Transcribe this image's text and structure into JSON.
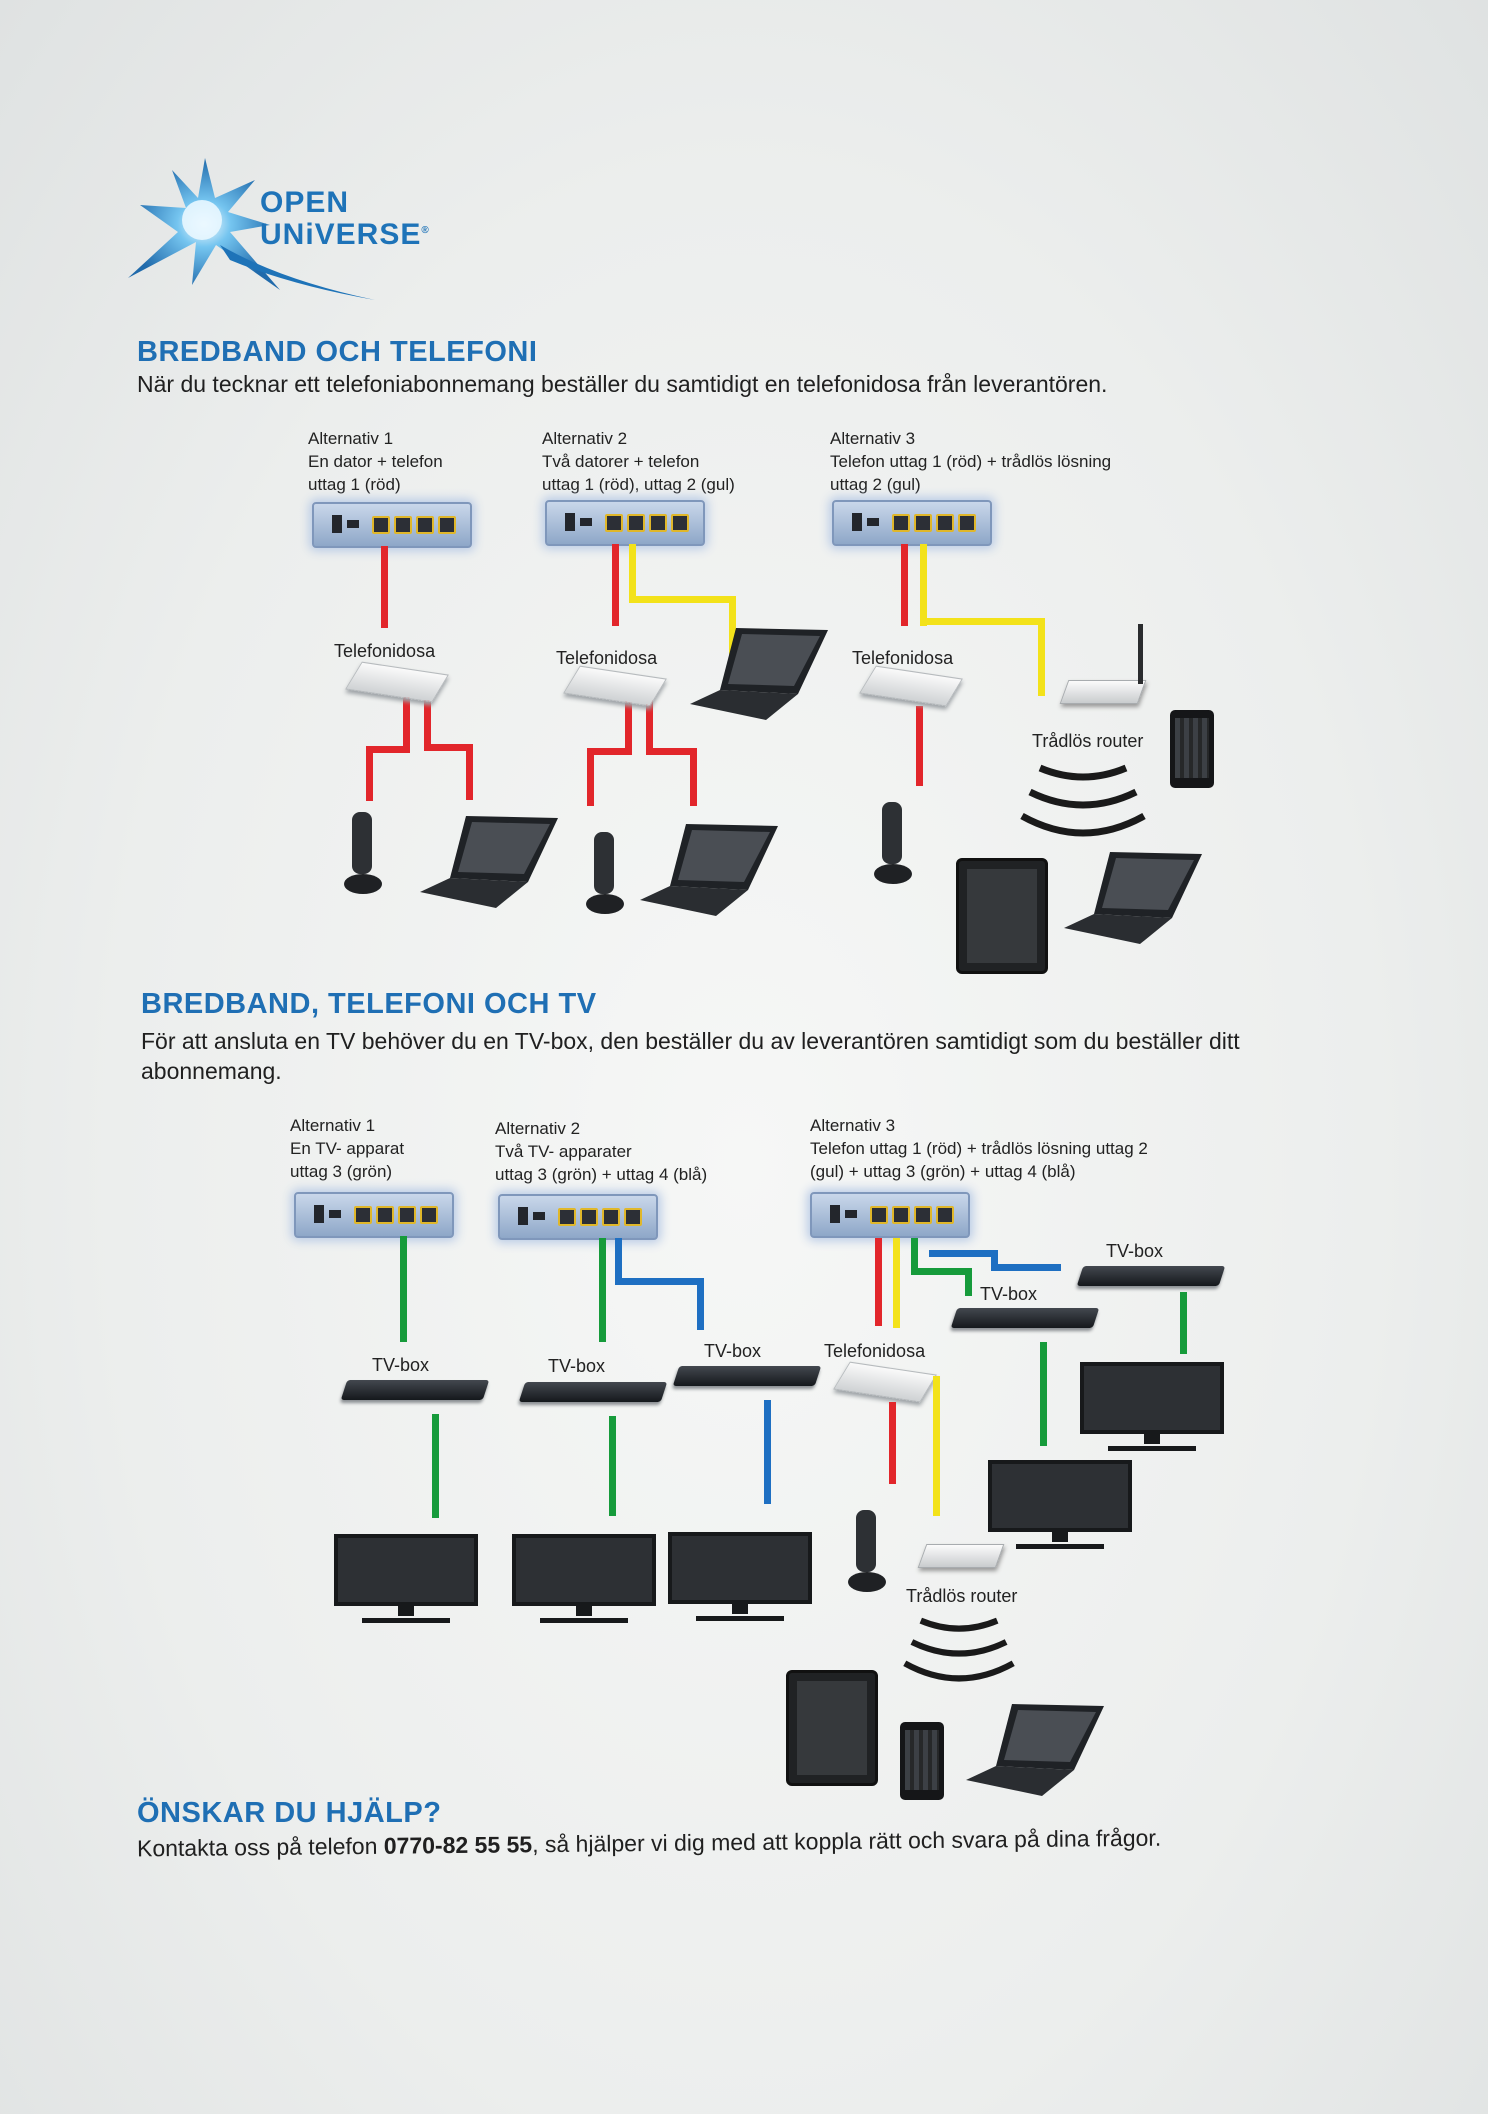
{
  "logo": {
    "line1": "OPEN",
    "line2": "UNiVERSE",
    "tm": "®"
  },
  "section1": {
    "title": "BREDBAND OCH TELEFONI",
    "intro": "När du tecknar ett telefoniabonnemang beställer du samtidigt en telefonidosa från leverantören.",
    "alternatives": [
      {
        "text": "Alternativ 1\nEn dator + telefon\nuttag 1 (röd)"
      },
      {
        "text": "Alternativ 2\nTvå datorer + telefon\nuttag 1 (röd), uttag 2 (gul)"
      },
      {
        "text": "Alternativ 3\nTelefon uttag 1 (röd) + trådlös lösning\nuttag 2 (gul)"
      }
    ],
    "labels": {
      "dosa": "Telefonidosa",
      "router": "Trådlös router"
    }
  },
  "section2": {
    "title": "BREDBAND, TELEFONI OCH TV",
    "intro": "För att ansluta en TV behöver du en TV-box, den beställer du av leverantören samtidigt som du beställer ditt abonnemang.",
    "alternatives": [
      {
        "text": "Alternativ 1\nEn TV- apparat\nuttag 3 (grön)"
      },
      {
        "text": "Alternativ 2\nTvå TV- apparater\nuttag 3 (grön) + uttag 4 (blå)"
      },
      {
        "text": "Alternativ 3\nTelefon uttag 1 (röd) + trådlös lösning uttag 2\n(gul) + uttag 3 (grön) + uttag 4 (blå)"
      }
    ],
    "labels": {
      "tvbox": "TV-box",
      "dosa": "Telefonidosa",
      "router": "Trådlös router"
    }
  },
  "help": {
    "title": "ÖNSKAR DU HJÄLP?",
    "before": "Kontakta oss på telefon ",
    "phone": "0770-82 55 55",
    "after": ", så hjälper vi dig med att koppla rätt och svara på dina frågor."
  },
  "colors": {
    "heading": "#1f6fb4",
    "red": "#e2262b",
    "yellow": "#f3e21a",
    "green": "#169b3b",
    "blue": "#1e6fc2"
  }
}
